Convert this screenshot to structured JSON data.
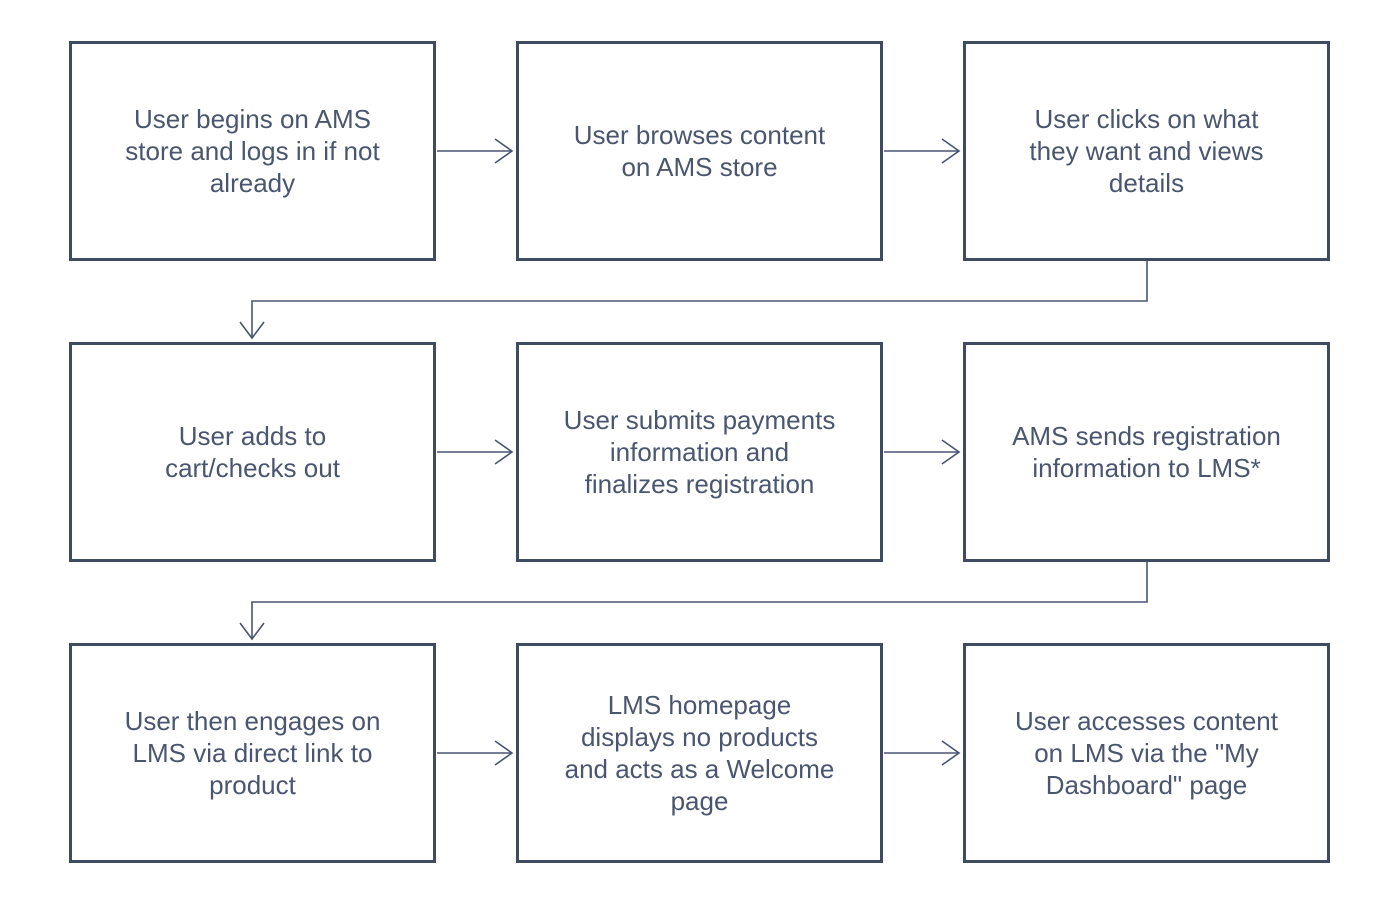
{
  "diagram": {
    "type": "flowchart",
    "colors": {
      "box_border": "#3f4b60",
      "box_fill": "#ffffff",
      "text": "#4a566f",
      "connector": "#485572",
      "background": "#ffffff"
    },
    "steps": [
      {
        "id": "step-1",
        "label": "User begins on AMS\nstore and logs in if not\nalready"
      },
      {
        "id": "step-2",
        "label": "User browses content\non AMS store"
      },
      {
        "id": "step-3",
        "label": "User clicks on what\nthey want and views\ndetails"
      },
      {
        "id": "step-4",
        "label": "User adds to\ncart/checks out"
      },
      {
        "id": "step-5",
        "label": "User submits payments\ninformation and\nfinalizes registration"
      },
      {
        "id": "step-6",
        "label": "AMS sends registration\ninformation to LMS*"
      },
      {
        "id": "step-7",
        "label": "User then engages on\nLMS via direct link to\nproduct"
      },
      {
        "id": "step-8",
        "label": "LMS homepage\ndisplays no products\nand acts as a Welcome\npage"
      },
      {
        "id": "step-9",
        "label": "User accesses content\non LMS via the \"My\nDashboard\" page"
      }
    ],
    "connections": [
      {
        "from": "step-1",
        "to": "step-2",
        "style": "straight-right-arrow"
      },
      {
        "from": "step-2",
        "to": "step-3",
        "style": "straight-right-arrow"
      },
      {
        "from": "step-3",
        "to": "step-4",
        "style": "elbow-wrap-down-arrow"
      },
      {
        "from": "step-4",
        "to": "step-5",
        "style": "straight-right-arrow"
      },
      {
        "from": "step-5",
        "to": "step-6",
        "style": "straight-right-arrow"
      },
      {
        "from": "step-6",
        "to": "step-7",
        "style": "elbow-wrap-down-arrow"
      },
      {
        "from": "step-7",
        "to": "step-8",
        "style": "straight-right-arrow"
      },
      {
        "from": "step-8",
        "to": "step-9",
        "style": "straight-right-arrow"
      }
    ]
  }
}
